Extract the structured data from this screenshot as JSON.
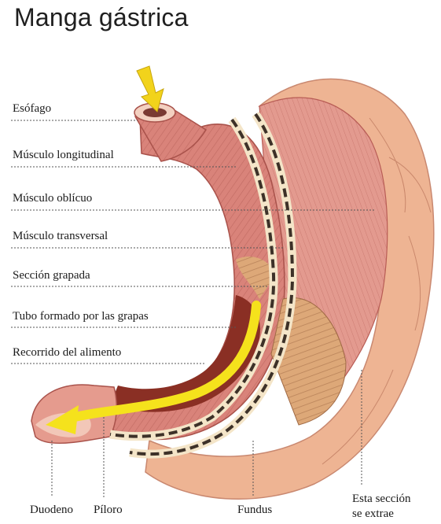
{
  "title": "Manga gástrica",
  "labels": {
    "esofago": "Esófago",
    "longitudinal": "Músculo longitudinal",
    "oblicuo": "Músculo oblícuo",
    "transversal": "Músculo transversal",
    "grapada": "Sección grapada",
    "tubo": "Tubo formado por las grapas",
    "recorrido": "Recorrido del alimento",
    "duodeno": "Duodeno",
    "piloro": "Píloro",
    "fundus": "Fundus",
    "extrae_line1": "Esta sección",
    "extrae_line2": "se extrae"
  },
  "colors": {
    "muscle": "#d9837a",
    "muscle_dark": "#b85c55",
    "removed_section": "#eeb493",
    "arrow": "#f5e21c",
    "staple": "#3d3128",
    "leader_line": "#555555"
  }
}
